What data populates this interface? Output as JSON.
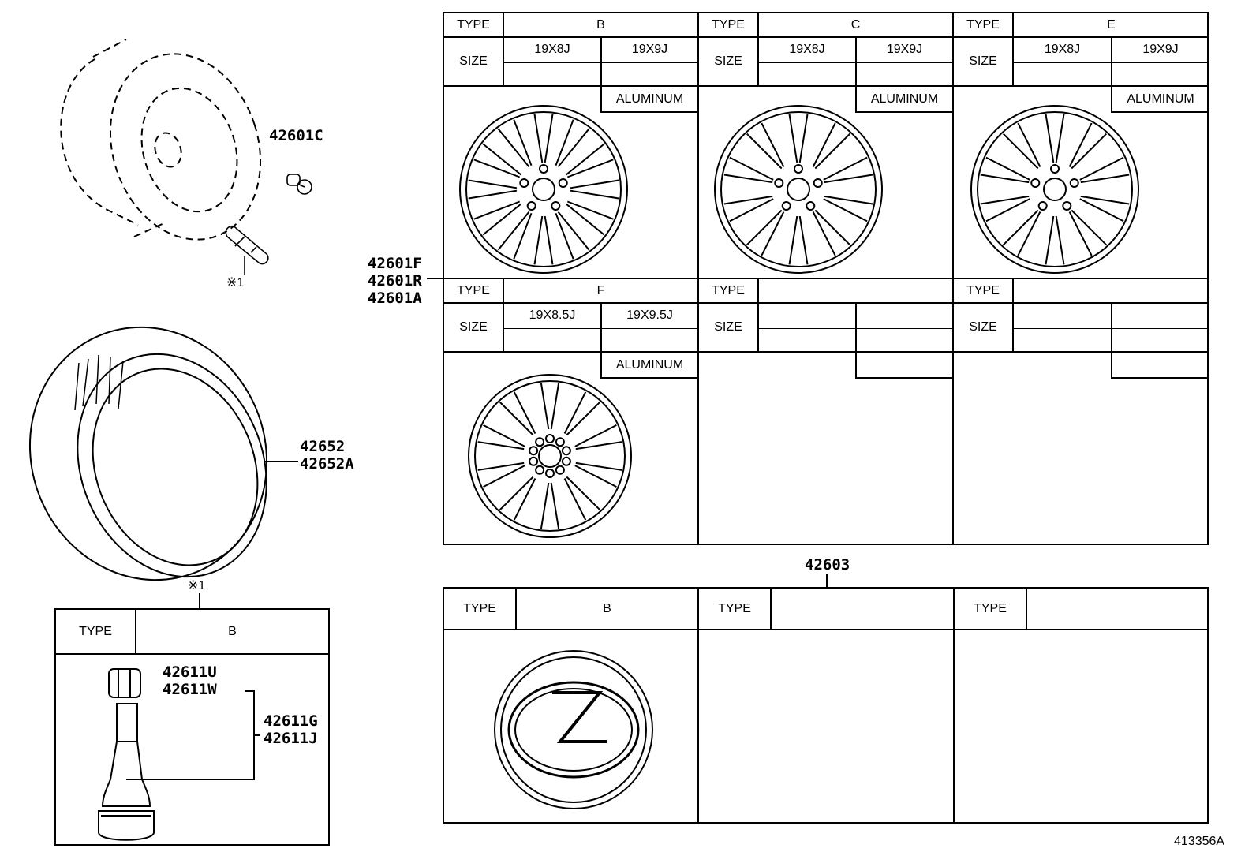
{
  "callouts": {
    "cap": "42601C",
    "valve_ref": "※1",
    "wheel": [
      "42601F",
      "42601R",
      "42601A"
    ],
    "tire": [
      "42652",
      "42652A"
    ],
    "ornament": "42603",
    "valve_table_ref": "※1"
  },
  "wheel_table": {
    "type_label": "TYPE",
    "size_label": "SIZE",
    "material": "ALUMINUM",
    "cells": [
      {
        "type": "B",
        "sizes": [
          "19X8J",
          "19X9J"
        ],
        "material": "ALUMINUM"
      },
      {
        "type": "C",
        "sizes": [
          "19X8J",
          "19X9J"
        ],
        "material": "ALUMINUM"
      },
      {
        "type": "E",
        "sizes": [
          "19X8J",
          "19X9J"
        ],
        "material": "ALUMINUM"
      },
      {
        "type": "F",
        "sizes": [
          "19X8.5J",
          "19X9.5J"
        ],
        "material": "ALUMINUM"
      },
      {
        "type": "",
        "sizes": [
          "",
          ""
        ],
        "material": ""
      },
      {
        "type": "",
        "sizes": [
          "",
          ""
        ],
        "material": ""
      }
    ]
  },
  "ornament_table": {
    "type_label": "TYPE",
    "cells": [
      {
        "type": "B"
      },
      {
        "type": ""
      },
      {
        "type": ""
      }
    ]
  },
  "valve_table": {
    "type_label": "TYPE",
    "type": "B",
    "parts_left": [
      "42611U",
      "42611W"
    ],
    "parts_right": [
      "42611G",
      "42611J"
    ]
  },
  "figure_id": "413356A"
}
